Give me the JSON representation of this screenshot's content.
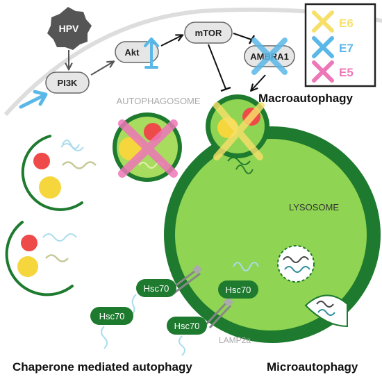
{
  "labels": {
    "hpv": "HPV",
    "pi3k": "PI3K",
    "akt": "Akt",
    "mtor": "mTOR",
    "ambra1": "AMBRA1",
    "autophagosome": "AUTOPHAGOSOME",
    "macroautophagy": "Macroautophagy",
    "lysosome": "LYSOSOME",
    "lamp2a": "LAMP2a",
    "hsc70_1": "Hsc70",
    "hsc70_2": "Hsc70",
    "hsc70_3": "Hsc70",
    "hsc70_4": "Hsc70",
    "cma": "Chaperone mediated autophagy",
    "microautophagy": "Microautophagy"
  },
  "legend": [
    {
      "label": "E6",
      "color": "#f7e06a"
    },
    {
      "label": "E7",
      "color": "#5ab8e8"
    },
    {
      "label": "E5",
      "color": "#ee77b8"
    }
  ],
  "colors": {
    "lysosome_fill": "#8fd452",
    "lysosome_rim": "#1d7a2e",
    "hsc70_fill": "#1d7a2e",
    "cargo_red": "#ef4a4a",
    "cargo_yellow": "#f5d63d",
    "membrane_gray": "#dddddd",
    "arrow_blue": "#5ab8e8"
  }
}
